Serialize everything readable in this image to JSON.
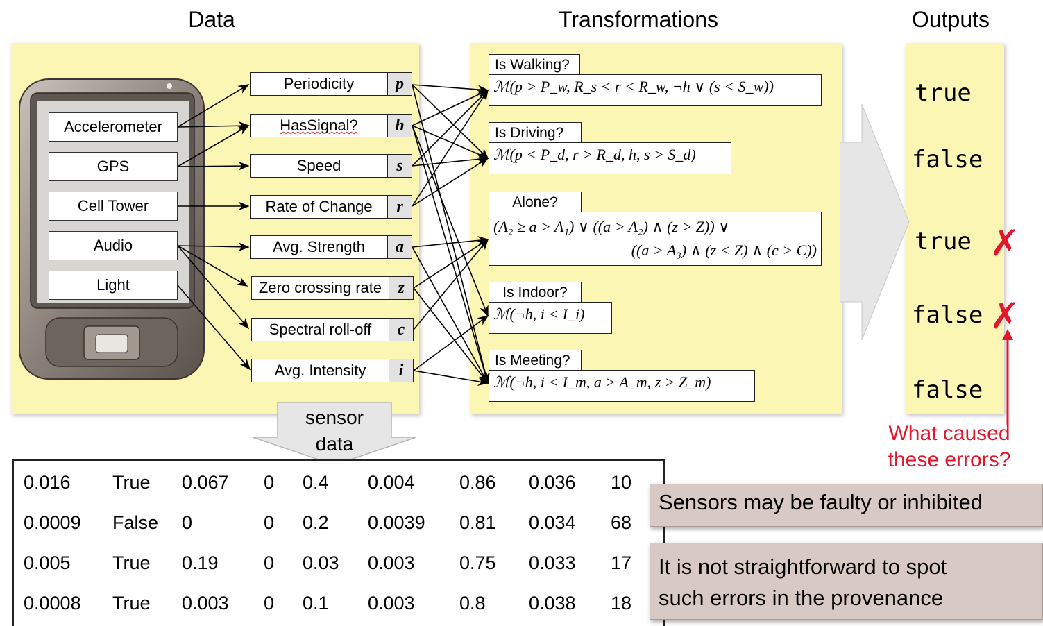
{
  "headers": {
    "data": "Data",
    "transformations": "Transformations",
    "outputs": "Outputs"
  },
  "sensors": [
    "Accelerometer",
    "GPS",
    "Cell Tower",
    "Audio",
    "Light"
  ],
  "features": [
    {
      "label": "Periodicity",
      "symbol": "p"
    },
    {
      "label": "HasSignal?",
      "symbol": "h"
    },
    {
      "label": "Speed",
      "symbol": "s"
    },
    {
      "label": "Rate of Change",
      "symbol": "r"
    },
    {
      "label": "Avg. Strength",
      "symbol": "a"
    },
    {
      "label": "Zero crossing rate",
      "symbol": "z"
    },
    {
      "label": "Spectral roll-off",
      "symbol": "c"
    },
    {
      "label": "Avg. Intensity",
      "symbol": "i"
    }
  ],
  "transformations": [
    {
      "label": "Is Walking?",
      "formula": "ℳ(p > P_w, R_s < r < R_w, ¬h ∨ (s < S_w))"
    },
    {
      "label": "Is Driving?",
      "formula": "ℳ(p < P_d, r > R_d, h, s > S_d)"
    },
    {
      "label": "Alone?",
      "formula_line1": "(A₂ ≥ a > A₁) ∨ ((a > A₂) ∧ (z > Z)) ∨",
      "formula_line2": "((a > A₃) ∧ (z < Z) ∧ (c > C))"
    },
    {
      "label": "Is Indoor?",
      "formula": "ℳ(¬h, i < I_i)"
    },
    {
      "label": "Is Meeting?",
      "formula": "ℳ(¬h, i < I_m, a > A_m, z > Z_m)"
    }
  ],
  "outputs": [
    "true",
    "false",
    "true",
    "false",
    "false"
  ],
  "error_marks": [
    "✗",
    "✗"
  ],
  "sensor_data_label": [
    "sensor",
    "data"
  ],
  "table": [
    [
      "0.016",
      "True",
      "0.067",
      "0",
      "0.4",
      "0.004",
      "0.86",
      "0.036",
      "10"
    ],
    [
      "0.0009",
      "False",
      "0",
      "0",
      "0.2",
      "0.0039",
      "0.81",
      "0.034",
      "68"
    ],
    [
      "0.005",
      "True",
      "0.19",
      "0",
      "0.03",
      "0.003",
      "0.75",
      "0.033",
      "17"
    ],
    [
      "0.0008",
      "True",
      "0.003",
      "0",
      "0.1",
      "0.003",
      "0.8",
      "0.038",
      "18"
    ]
  ],
  "question": [
    "What caused",
    "these errors?"
  ],
  "notes": {
    "note1": "Sensors may be faulty or inhibited",
    "note2_line1": "It is not straightforward to spot",
    "note2_line2": "such errors in the provenance"
  },
  "colors": {
    "panel": "#fbf6b3",
    "error": "#e4162b",
    "note": "#d9c9c4",
    "phone": "#7a6f68"
  }
}
